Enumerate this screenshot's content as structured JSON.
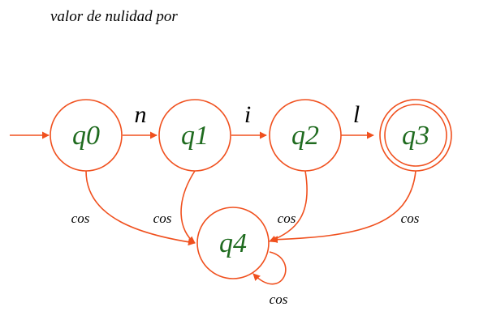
{
  "heading": "valor de nulidad por",
  "colors": {
    "edge": "#f0501e",
    "state_text": "#1f6b1f",
    "label_text": "#000000"
  },
  "automaton": {
    "states": [
      {
        "id": "q0",
        "label": "q0",
        "initial": true,
        "accepting": false
      },
      {
        "id": "q1",
        "label": "q1",
        "initial": false,
        "accepting": false
      },
      {
        "id": "q2",
        "label": "q2",
        "initial": false,
        "accepting": false
      },
      {
        "id": "q3",
        "label": "q3",
        "initial": false,
        "accepting": true
      },
      {
        "id": "q4",
        "label": "q4",
        "initial": false,
        "accepting": false
      }
    ],
    "transitions": [
      {
        "from": "q0",
        "to": "q1",
        "label": "n"
      },
      {
        "from": "q1",
        "to": "q2",
        "label": "i"
      },
      {
        "from": "q2",
        "to": "q3",
        "label": "l"
      },
      {
        "from": "q0",
        "to": "q4",
        "label": "cos"
      },
      {
        "from": "q1",
        "to": "q4",
        "label": "cos"
      },
      {
        "from": "q2",
        "to": "q4",
        "label": "cos"
      },
      {
        "from": "q3",
        "to": "q4",
        "label": "cos"
      },
      {
        "from": "q4",
        "to": "q4",
        "label": "cos"
      }
    ]
  }
}
